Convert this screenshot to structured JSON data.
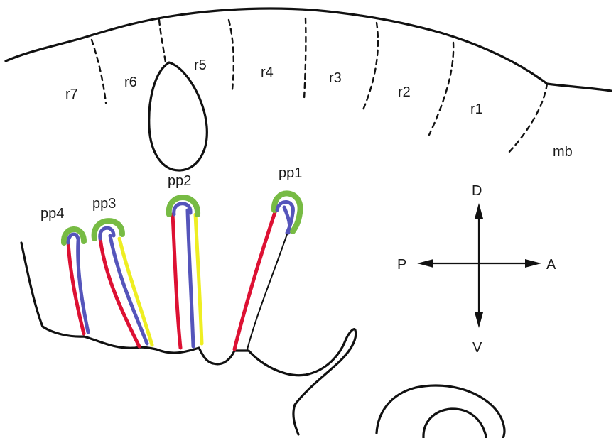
{
  "rhombomeres": [
    "r7",
    "r6",
    "r5",
    "r4",
    "r3",
    "r2",
    "r1"
  ],
  "midbrain_label": "mb",
  "pouches": [
    "pp1",
    "pp2",
    "pp3",
    "pp4"
  ],
  "axes": {
    "dorsal": "D",
    "ventral": "V",
    "posterior": "P",
    "anterior": "A"
  },
  "colors": {
    "outline": "#111111",
    "cap": "#77bb44",
    "endoderm_blue": "#5555bb",
    "red": "#dd1133",
    "yellow": "#eeee22"
  }
}
